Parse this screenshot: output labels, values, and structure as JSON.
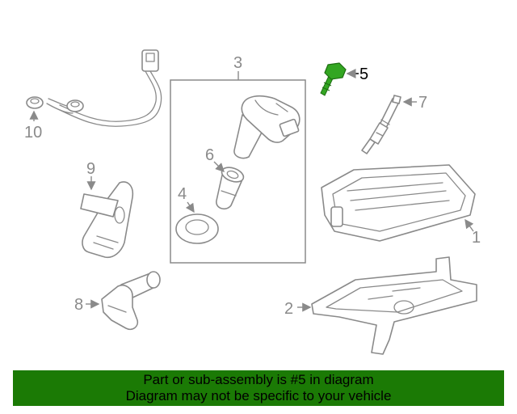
{
  "diagram": {
    "highlight_color": "#33a622",
    "line_color": "#8a8a8a",
    "callouts": {
      "c1": "1",
      "c2": "2",
      "c3": "3",
      "c4": "4",
      "c5": "5",
      "c6": "6",
      "c7": "7",
      "c8": "8",
      "c9": "9",
      "c10": "10"
    }
  },
  "banner": {
    "background": "#1b7a05",
    "line1": "Part or sub-assembly is #5 in diagram",
    "line2": "Diagram may not be specific to your vehicle"
  }
}
